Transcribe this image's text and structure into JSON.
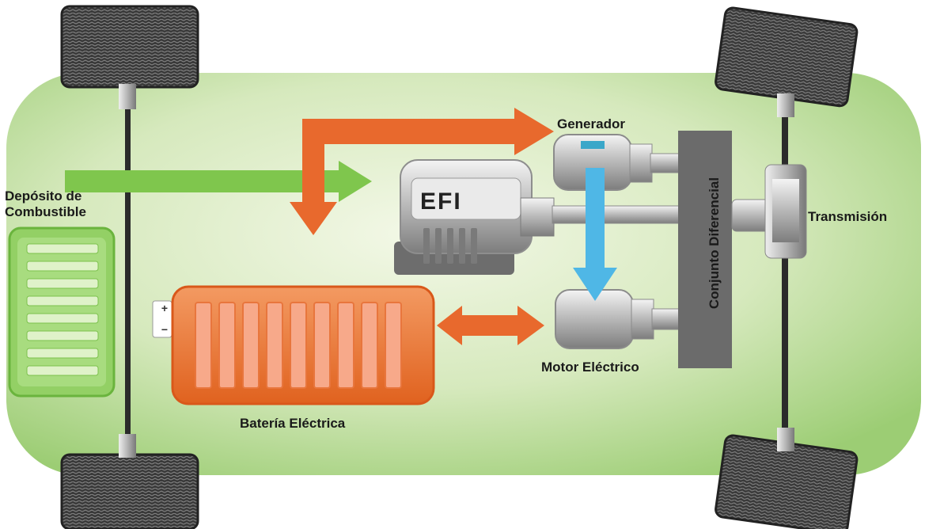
{
  "labels": {
    "deposito": "Depósito de Combustible",
    "generador": "Generador",
    "transmision": "Transmisión",
    "conjunto_diferencial": "Conjunto Diferencial",
    "motor_electrico": "Motor Eléctrico",
    "bateria_electrica": "Batería Eléctrica",
    "efi": "EFI",
    "plus": "+",
    "minus": "−"
  },
  "colors": {
    "chassis": "#c4dfa7",
    "fuel_tank": "#8ccc5a",
    "battery": "#ee7a3c",
    "orange_arrow": "#e8692d",
    "green_arrow": "#7fc64d",
    "blue_arrow": "#4fb7e6",
    "differential": "#6b6b6b",
    "tire": "#3a3a3a"
  }
}
